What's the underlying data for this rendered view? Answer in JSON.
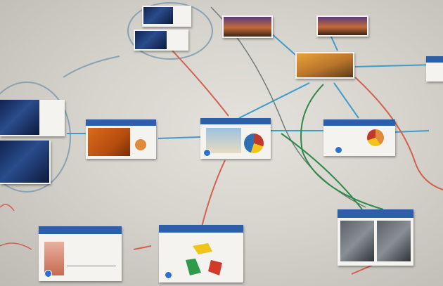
{
  "scene": {
    "cards": [
      {
        "id": "top-left-top"
      },
      {
        "id": "top-left-bottom"
      },
      {
        "id": "top-middle"
      },
      {
        "id": "top-right"
      },
      {
        "id": "right-desert"
      },
      {
        "id": "left-stack"
      },
      {
        "id": "middle-left"
      },
      {
        "id": "middle-center"
      },
      {
        "id": "middle-right"
      },
      {
        "id": "bottom-left"
      },
      {
        "id": "bottom-center"
      },
      {
        "id": "bottom-right"
      }
    ],
    "colors": {
      "paper": "#dcdad4",
      "card": "#f4f3ef",
      "title-bar": "#2d5fa8",
      "arrow-blue": "#3f9cc6",
      "arrow-red": "#d2614f",
      "arrow-green": "#2f8a4a",
      "loop": "#8aa3b4"
    }
  }
}
